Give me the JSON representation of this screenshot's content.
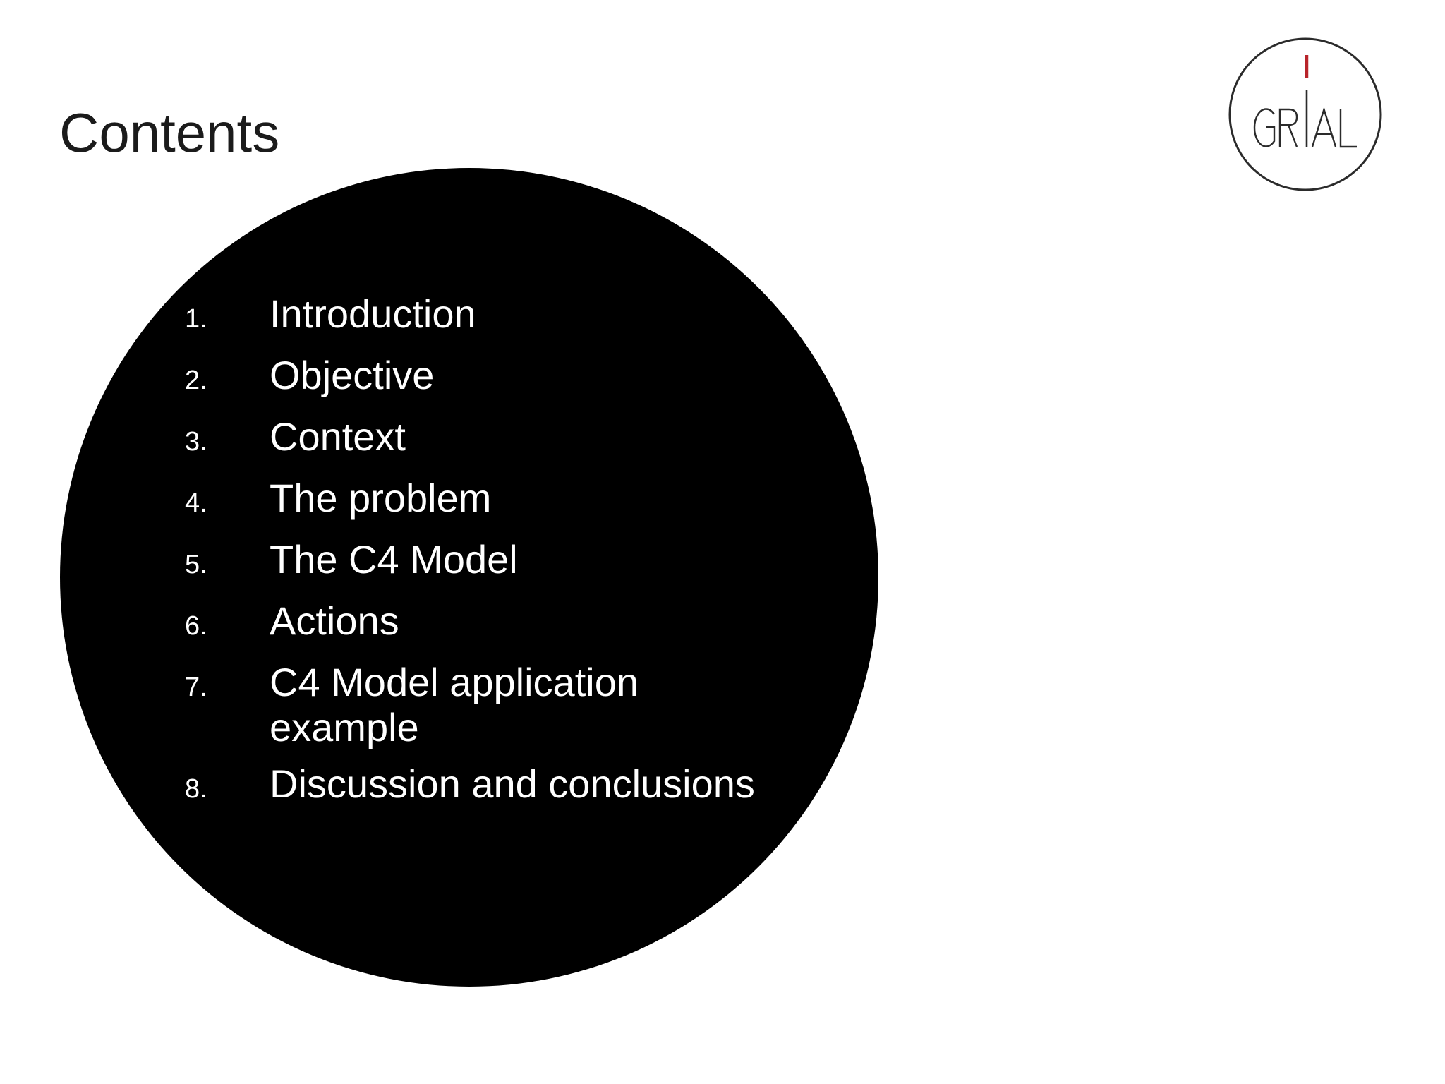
{
  "slide": {
    "title": "Contents",
    "toc": {
      "items": [
        {
          "num": "1.",
          "label": "Introduction"
        },
        {
          "num": "2.",
          "label": "Objective"
        },
        {
          "num": "3.",
          "label": "Context"
        },
        {
          "num": "4.",
          "label": "The problem"
        },
        {
          "num": "5.",
          "label": "The C4 Model"
        },
        {
          "num": "6.",
          "label": "Actions"
        },
        {
          "num": "7.",
          "label": "C4 Model application example"
        },
        {
          "num": "8.",
          "label": "Discussion and conclusions"
        }
      ]
    },
    "logo": {
      "text": "GRIAL",
      "accent_color": "#b8242a",
      "stroke_color": "#2b2b2b"
    },
    "colors": {
      "background": "#ffffff",
      "circle_fill": "#000000",
      "title_text": "#1b1b1b",
      "item_text": "#ffffff"
    }
  }
}
